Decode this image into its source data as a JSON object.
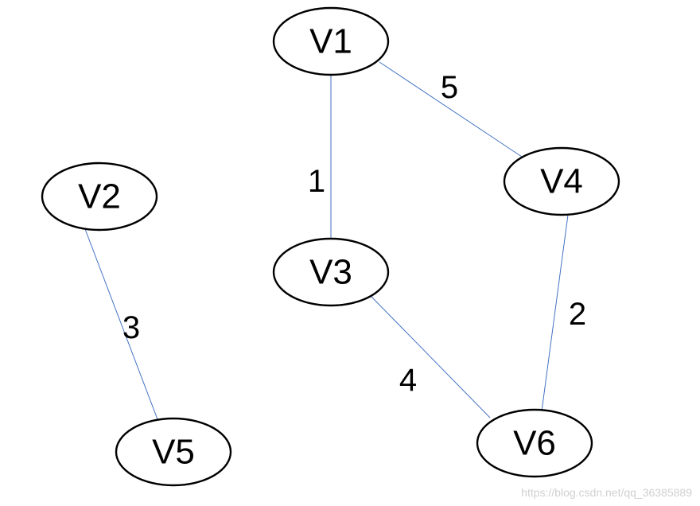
{
  "nodes": [
    {
      "id": "V1",
      "label": "V1"
    },
    {
      "id": "V2",
      "label": "V2"
    },
    {
      "id": "V3",
      "label": "V3"
    },
    {
      "id": "V4",
      "label": "V4"
    },
    {
      "id": "V5",
      "label": "V5"
    },
    {
      "id": "V6",
      "label": "V6"
    }
  ],
  "edges": [
    {
      "from": "V1",
      "to": "V3",
      "weight": "1"
    },
    {
      "from": "V1",
      "to": "V4",
      "weight": "5"
    },
    {
      "from": "V2",
      "to": "V5",
      "weight": "3"
    },
    {
      "from": "V4",
      "to": "V6",
      "weight": "2"
    },
    {
      "from": "V3",
      "to": "V6",
      "weight": "4"
    }
  ],
  "watermark": "https://blog.csdn.net/qq_36385889",
  "colors": {
    "edge": "#4472c4",
    "node_border": "#000000",
    "text": "#000000"
  }
}
